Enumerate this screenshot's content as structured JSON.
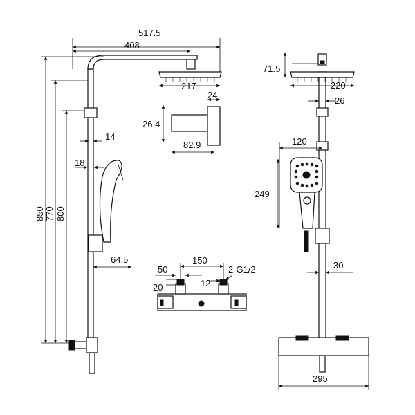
{
  "dimensions": {
    "total_width": "517.5",
    "arm_length": "408",
    "head_dia_side": "217",
    "head_thickness": "24",
    "arm_height": "26.4",
    "arm_depth": "82.9",
    "pipe_dia_top": "14",
    "pipe_dia_lower": "18",
    "height_total": "850",
    "height_mid": "770",
    "height_rail": "800",
    "hand_offset": "64.5",
    "inlet_spacing": "150",
    "inlet_width": "50",
    "thread": "2-G1/2",
    "inlet_height": "20",
    "inlet_small": "12",
    "head_top": "71.5",
    "head_dia_front": "220",
    "pipe_front": "26",
    "hand_width": "120",
    "hand_height": "249",
    "pipe_lower_front": "30",
    "valve_width": "295"
  }
}
